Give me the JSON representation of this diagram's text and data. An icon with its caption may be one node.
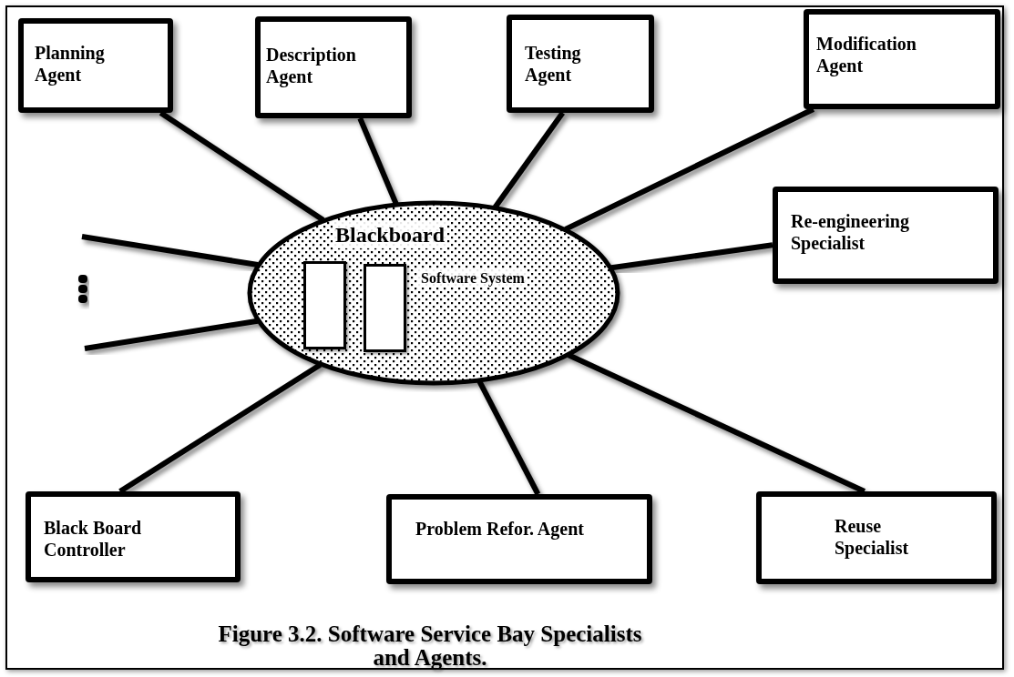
{
  "diagram": {
    "caption": "Figure 3.2. Software Service Bay Specialists and Agents.",
    "nodes": [
      {
        "text": [
          "Planning Agent"
        ]
      },
      {
        "text": [
          "Description Agent"
        ]
      },
      {
        "text": [
          "Testing Agent"
        ]
      },
      {
        "text": [
          "Modification Agent"
        ]
      },
      {
        "text": [
          "Blackboard",
          "Software System"
        ]
      },
      {
        "text": [],
        "shape": "box",
        "in": 4
      },
      {
        "text": [],
        "shape": "box",
        "in": 4
      },
      {
        "text": [
          "Re-engineering Specialist"
        ]
      },
      {
        "text": [
          "Black Board Controller"
        ]
      },
      {
        "text": [
          "Problem Refor. Agent"
        ]
      },
      {
        "text": [
          "Reuse Specialist"
        ]
      }
    ],
    "edges": [
      {
        "from": 0,
        "to": 4,
        "arrow": "none"
      },
      {
        "from": 1,
        "to": 4,
        "arrow": "none"
      },
      {
        "from": 2,
        "to": 4,
        "arrow": "none"
      },
      {
        "from": 3,
        "to": 4,
        "arrow": "none"
      },
      {
        "from": 7,
        "to": 4,
        "arrow": "none"
      },
      {
        "from": null,
        "to": 4,
        "arrow": "none"
      },
      {
        "from": null,
        "to": 4,
        "arrow": "none"
      },
      {
        "from": 8,
        "to": 4,
        "arrow": "none"
      },
      {
        "from": 9,
        "to": 4,
        "arrow": "none"
      },
      {
        "from": 10,
        "to": 4,
        "arrow": "none"
      }
    ]
  }
}
